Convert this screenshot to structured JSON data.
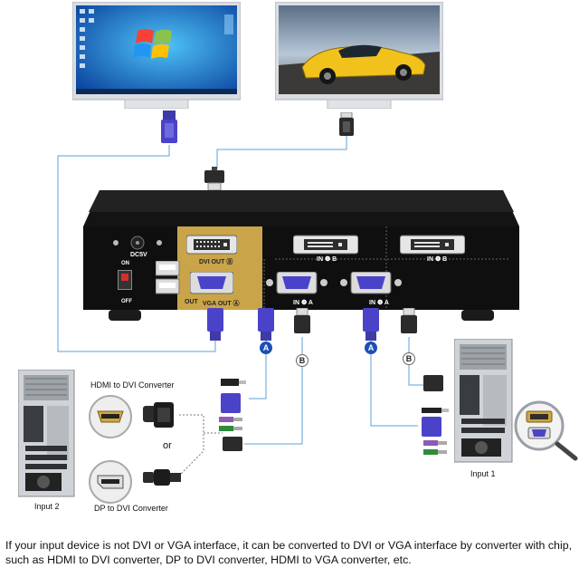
{
  "kvm": {
    "dc_label": "DC5V",
    "on_label": "ON",
    "off_label": "OFF",
    "dvi_out_label": "DVI OUT Ⓑ",
    "vga_out_label": "VGA OUT Ⓐ",
    "out_label": "OUT",
    "in2b_label": "IN ❷ B",
    "in1b_label": "IN ❶ B",
    "in2a_label": "IN ❷ A",
    "in1a_label": "IN ❶ A"
  },
  "markers": {
    "a": "A",
    "b": "B"
  },
  "converters": {
    "hdmi_title": "HDMI to DVI Converter",
    "or_label": "or",
    "dp_title": "DP to DVI Converter"
  },
  "inputs": {
    "input1": "Input 1",
    "input2": "Input 2"
  },
  "note": "If your input device is not DVI or VGA interface, it can be converted to DVI or VGA interface by converter with chip, such as HDMI to DVI converter, DP to DVI converter, HDMI to VGA converter, etc.",
  "colors": {
    "vga_blue": "#4a43c9",
    "gold_panel": "#c9a449",
    "line_blue": "#3a7fc7",
    "kvm_body": "#161616"
  }
}
